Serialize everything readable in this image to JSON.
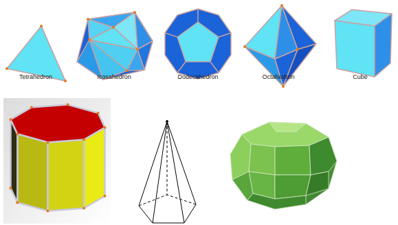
{
  "diagram": {
    "labels": [
      "Tetrahedron",
      "Icosahedron",
      "Dodecahedron",
      "Octahedron",
      "Cube"
    ]
  }
}
